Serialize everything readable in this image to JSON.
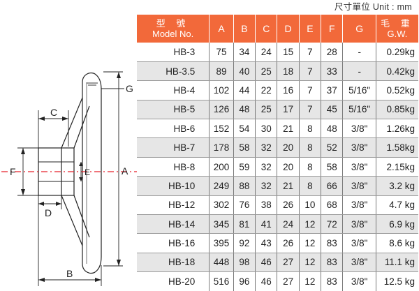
{
  "unit_note": "尺寸單位  Unit : mm",
  "table": {
    "header": {
      "model_zh": "型 號",
      "model_en": "Model No.",
      "cols": [
        "A",
        "B",
        "C",
        "D",
        "E",
        "F",
        "G"
      ],
      "gw_zh": "毛 重",
      "gw_en": "G.W."
    },
    "rows": [
      {
        "model": "HB-3",
        "A": "75",
        "B": "34",
        "C": "24",
        "D": "15",
        "E": "7",
        "F": "28",
        "G": "-",
        "GW": "0.29kg"
      },
      {
        "model": "HB-3.5",
        "A": "89",
        "B": "40",
        "C": "25",
        "D": "18",
        "E": "7",
        "F": "33",
        "G": "-",
        "GW": "0.42kg"
      },
      {
        "model": "HB-4",
        "A": "102",
        "B": "44",
        "C": "22",
        "D": "16",
        "E": "7",
        "F": "37",
        "G": "5/16\"",
        "GW": "0.52kg"
      },
      {
        "model": "HB-5",
        "A": "126",
        "B": "48",
        "C": "25",
        "D": "17",
        "E": "7",
        "F": "45",
        "G": "5/16\"",
        "GW": "0.85kg"
      },
      {
        "model": "HB-6",
        "A": "152",
        "B": "54",
        "C": "30",
        "D": "21",
        "E": "8",
        "F": "48",
        "G": "3/8\"",
        "GW": "1.26kg"
      },
      {
        "model": "HB-7",
        "A": "178",
        "B": "58",
        "C": "32",
        "D": "20",
        "E": "8",
        "F": "52",
        "G": "3/8\"",
        "GW": "1.58kg"
      },
      {
        "model": "HB-8",
        "A": "200",
        "B": "59",
        "C": "32",
        "D": "20",
        "E": "8",
        "F": "58",
        "G": "3/8\"",
        "GW": "2.15kg"
      },
      {
        "model": "HB-10",
        "A": "249",
        "B": "88",
        "C": "32",
        "D": "21",
        "E": "8",
        "F": "66",
        "G": "3/8\"",
        "GW": "3.2 kg"
      },
      {
        "model": "HB-12",
        "A": "302",
        "B": "76",
        "C": "38",
        "D": "26",
        "E": "10",
        "F": "68",
        "G": "3/8\"",
        "GW": "4.7 kg"
      },
      {
        "model": "HB-14",
        "A": "345",
        "B": "81",
        "C": "41",
        "D": "24",
        "E": "12",
        "F": "72",
        "G": "3/8\"",
        "GW": "6.9 kg"
      },
      {
        "model": "HB-16",
        "A": "395",
        "B": "92",
        "C": "43",
        "D": "26",
        "E": "12",
        "F": "83",
        "G": "3/8\"",
        "GW": "8.6 kg"
      },
      {
        "model": "HB-18",
        "A": "448",
        "B": "98",
        "C": "46",
        "D": "27",
        "E": "12",
        "F": "83",
        "G": "3/8\"",
        "GW": "11.1 kg"
      },
      {
        "model": "HB-20",
        "A": "516",
        "B": "96",
        "C": "46",
        "D": "27",
        "E": "12",
        "F": "83",
        "G": "3/8\"",
        "GW": "12.5 kg"
      }
    ]
  },
  "drawing": {
    "labels": {
      "A": "A",
      "B": "B",
      "C": "C",
      "D": "D",
      "E": "E",
      "F": "F",
      "G": "G"
    }
  },
  "colors": {
    "header_bg": "#f2693a",
    "row_shade": "#e6e6e6",
    "centerline": "#e8202a"
  }
}
